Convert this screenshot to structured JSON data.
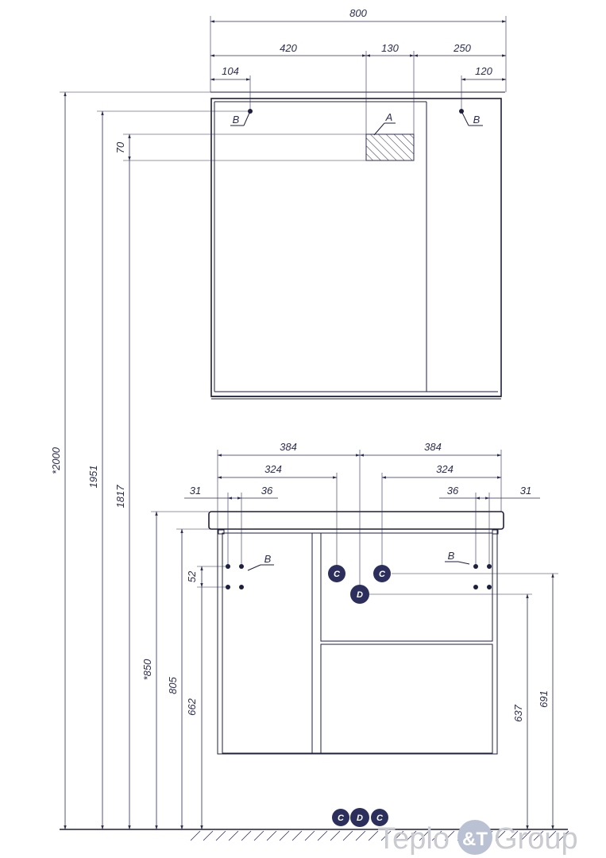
{
  "dimensions": {
    "top_total": "800",
    "top_left": "420",
    "top_mid": "130",
    "top_right": "250",
    "top_left_offset": "104",
    "top_right_offset": "120",
    "hatch_height": "70",
    "height_total": "*2000",
    "height_1951": "1951",
    "height_1817": "1817",
    "height_850": "*850",
    "height_805": "805",
    "height_662": "662",
    "height_637": "637",
    "height_691": "691",
    "bottom_left_half": "384",
    "bottom_right_half": "384",
    "bottom_left_324": "324",
    "bottom_right_324": "324",
    "bottom_left_31": "31",
    "bottom_left_36": "36",
    "bottom_right_36": "36",
    "bottom_right_31": "31",
    "spacing_52": "52"
  },
  "labels": {
    "hatch": "A",
    "mount": "B"
  },
  "markers": {
    "c": "C",
    "d": "D"
  },
  "watermark": {
    "left": "Teplo",
    "right": "Group",
    "logo": "&T"
  },
  "colors": {
    "ink": "#2b2d52",
    "marker": "#2c2f5c",
    "watermark": "#c9cbd0"
  }
}
